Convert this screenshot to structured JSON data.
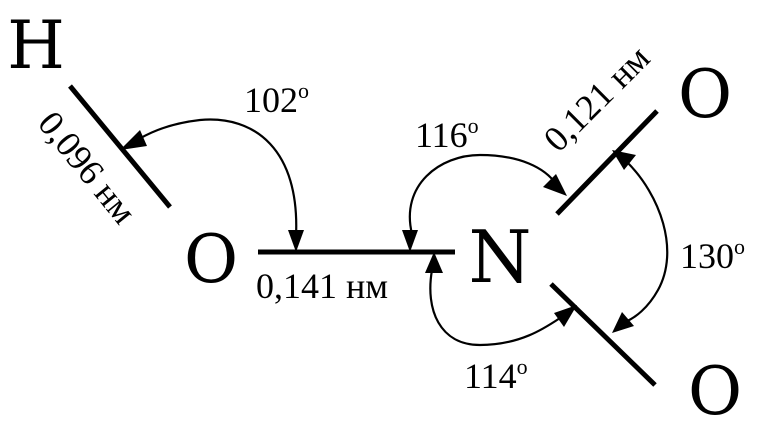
{
  "molecule": {
    "atoms": {
      "h": "H",
      "o_hydroxyl": "O",
      "n": "N",
      "o_top": "O",
      "o_bottom": "O"
    },
    "bond_lengths": {
      "o_h": "0,096 нм",
      "o_n": "0,141 нм",
      "n_o_top": "0,121 нм"
    },
    "angles": {
      "h_o_n": "102",
      "o_n_o_top": "116",
      "o_top_n_o_bottom": "130",
      "o_n_o_bottom": "114"
    },
    "degree_symbol": "o"
  }
}
